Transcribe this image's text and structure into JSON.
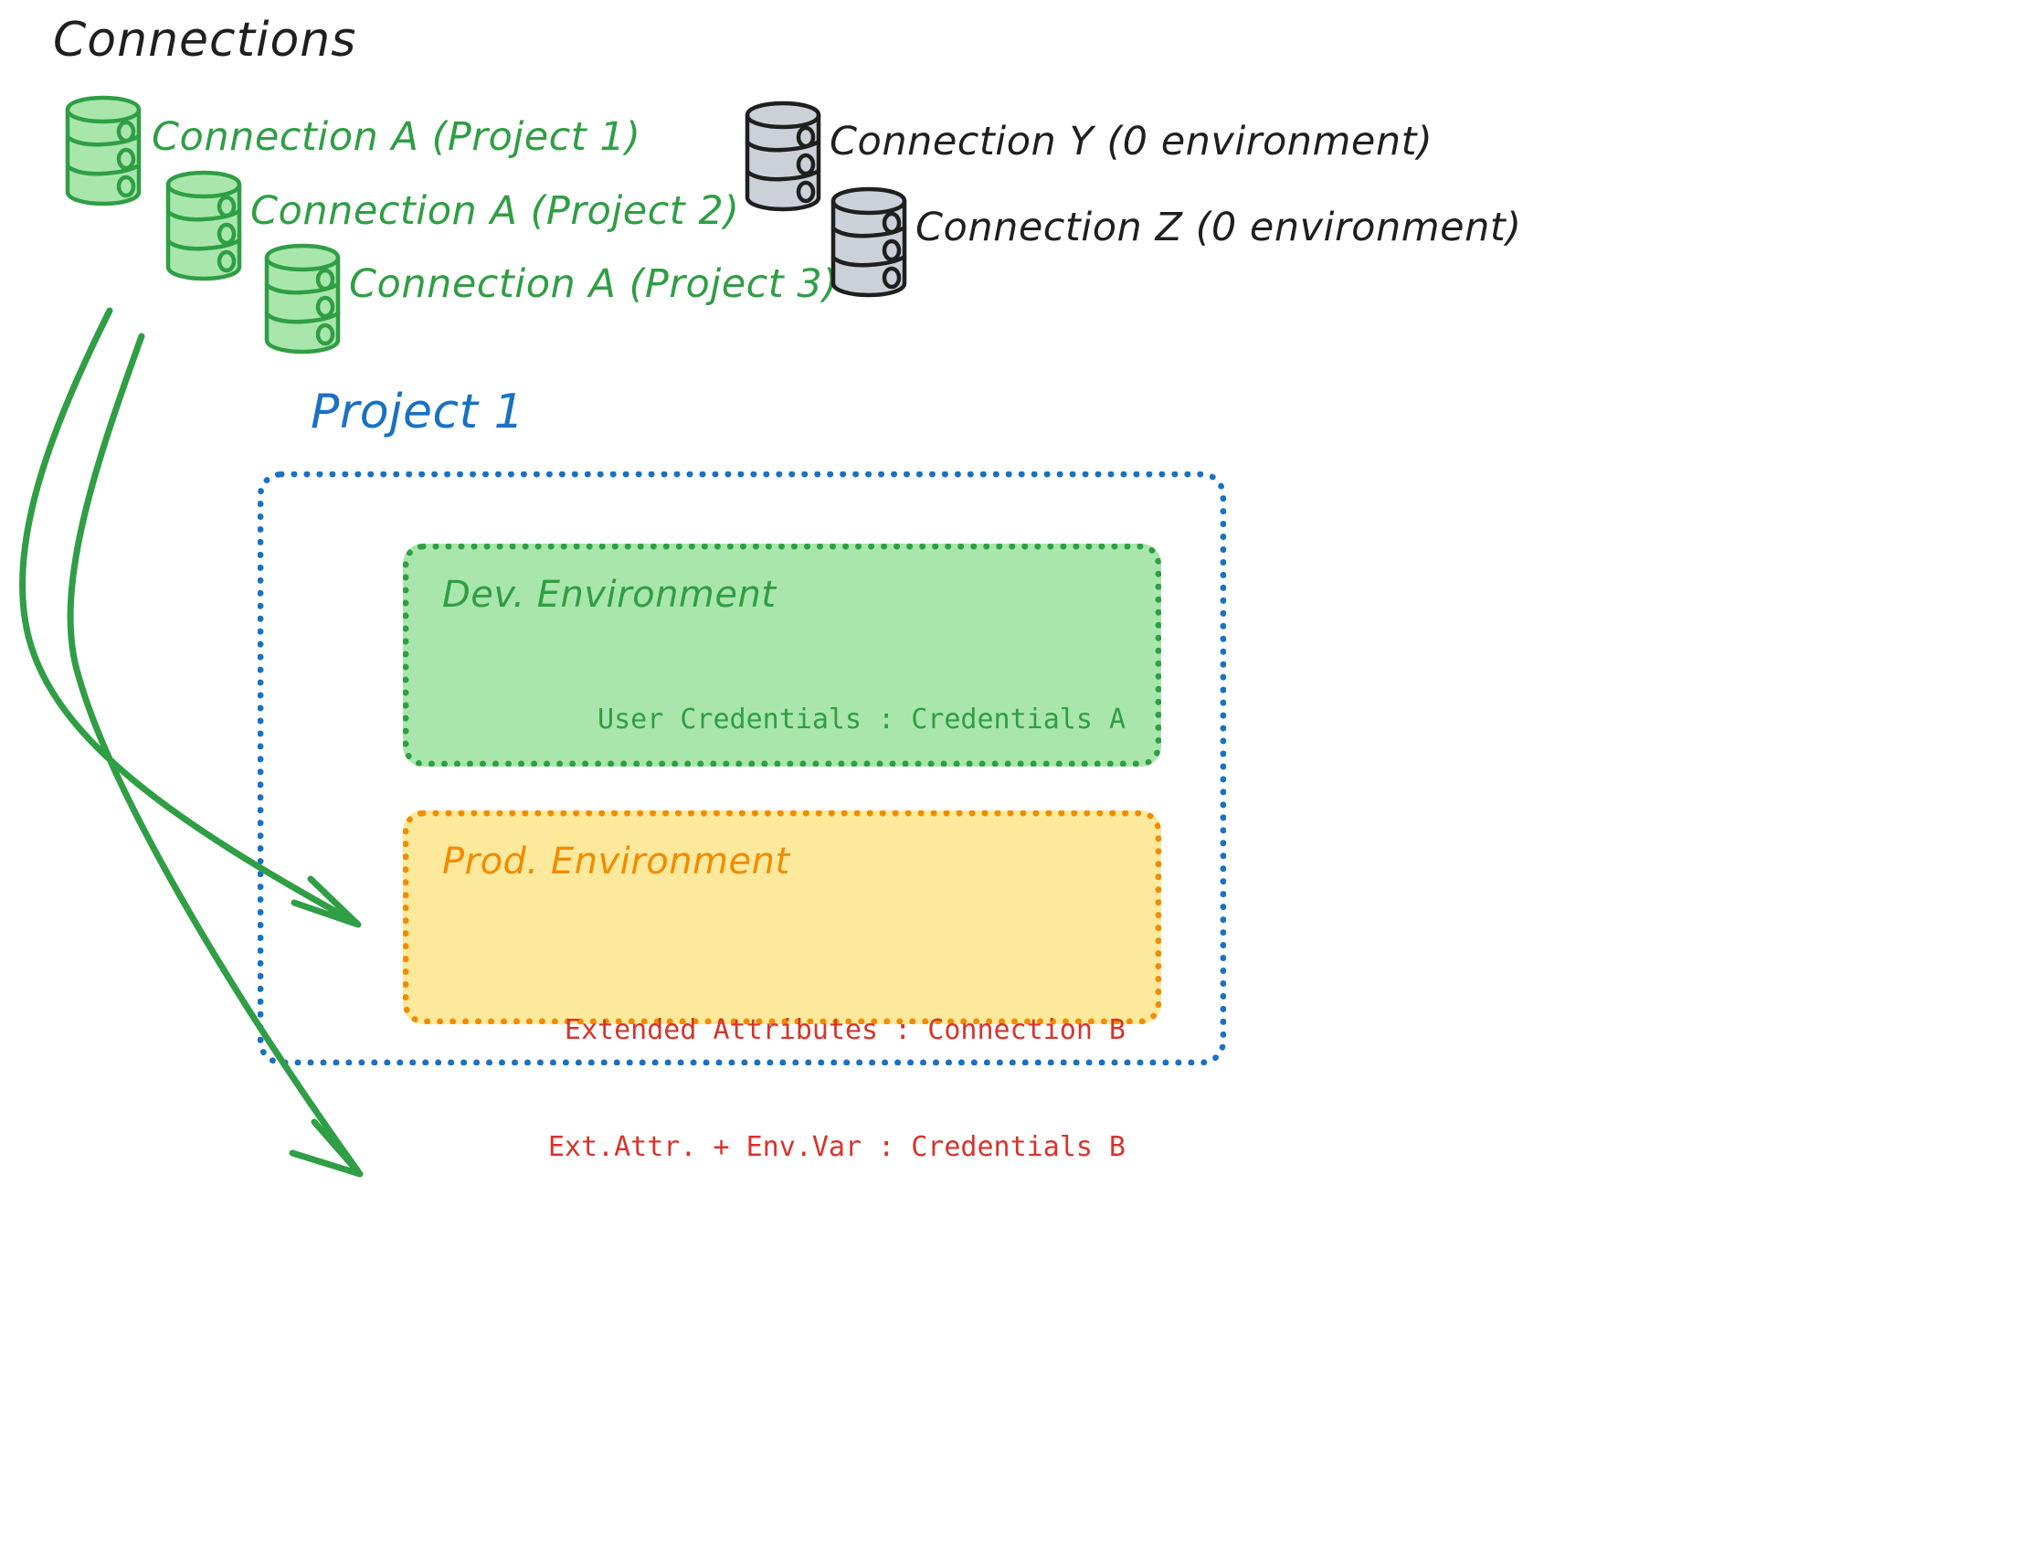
{
  "header": {
    "title": "Connections"
  },
  "connections": [
    {
      "label": "Connection A (Project 1)",
      "icon": "database-icon",
      "color": "#2f9e44",
      "style": "green"
    },
    {
      "label": "Connection A (Project 2)",
      "icon": "database-icon",
      "color": "#2f9e44",
      "style": "green"
    },
    {
      "label": "Connection A (Project 3)",
      "icon": "database-icon",
      "color": "#2f9e44",
      "style": "green"
    },
    {
      "label": "Connection Y (0 environment)",
      "icon": "database-icon",
      "color": "#1f1f1f",
      "style": "gray"
    },
    {
      "label": "Connection Z (0 environment)",
      "icon": "database-icon",
      "color": "#1f1f1f",
      "style": "gray"
    }
  ],
  "project": {
    "title": "Project 1",
    "border_color": "#1971c2",
    "environments": [
      {
        "name": "Dev. Environment",
        "fill": "#a9e6ac",
        "border_color": "#2f9e44",
        "title_color": "#2f9e44",
        "body_color": "#2f9e44",
        "lines": [
          "User Credentials : Credentials A"
        ]
      },
      {
        "name": "Prod. Environment",
        "fill": "#fce99b",
        "border_color": "#f08c00",
        "title_color": "#f08c00",
        "body_color": "#d6342c",
        "lines": [
          "Extended Attributes : Connection B",
          "Ext.Attr. + Env.Var : Credentials B"
        ]
      }
    ]
  },
  "arrows": [
    {
      "name": "arrow-connection-a-to-dev",
      "color": "#2f9e44"
    },
    {
      "name": "arrow-connection-a-to-prod",
      "color": "#2f9e44"
    }
  ],
  "colors": {
    "green_stroke": "#2f9e44",
    "green_fill": "#a9e6ac",
    "gray_fill": "#ccd1d9",
    "gray_stroke": "#1f1f1f",
    "blue": "#1971c2",
    "orange": "#f08c00",
    "yellow_fill": "#fce99b",
    "red": "#d6342c",
    "ink": "#1f1f1f"
  }
}
